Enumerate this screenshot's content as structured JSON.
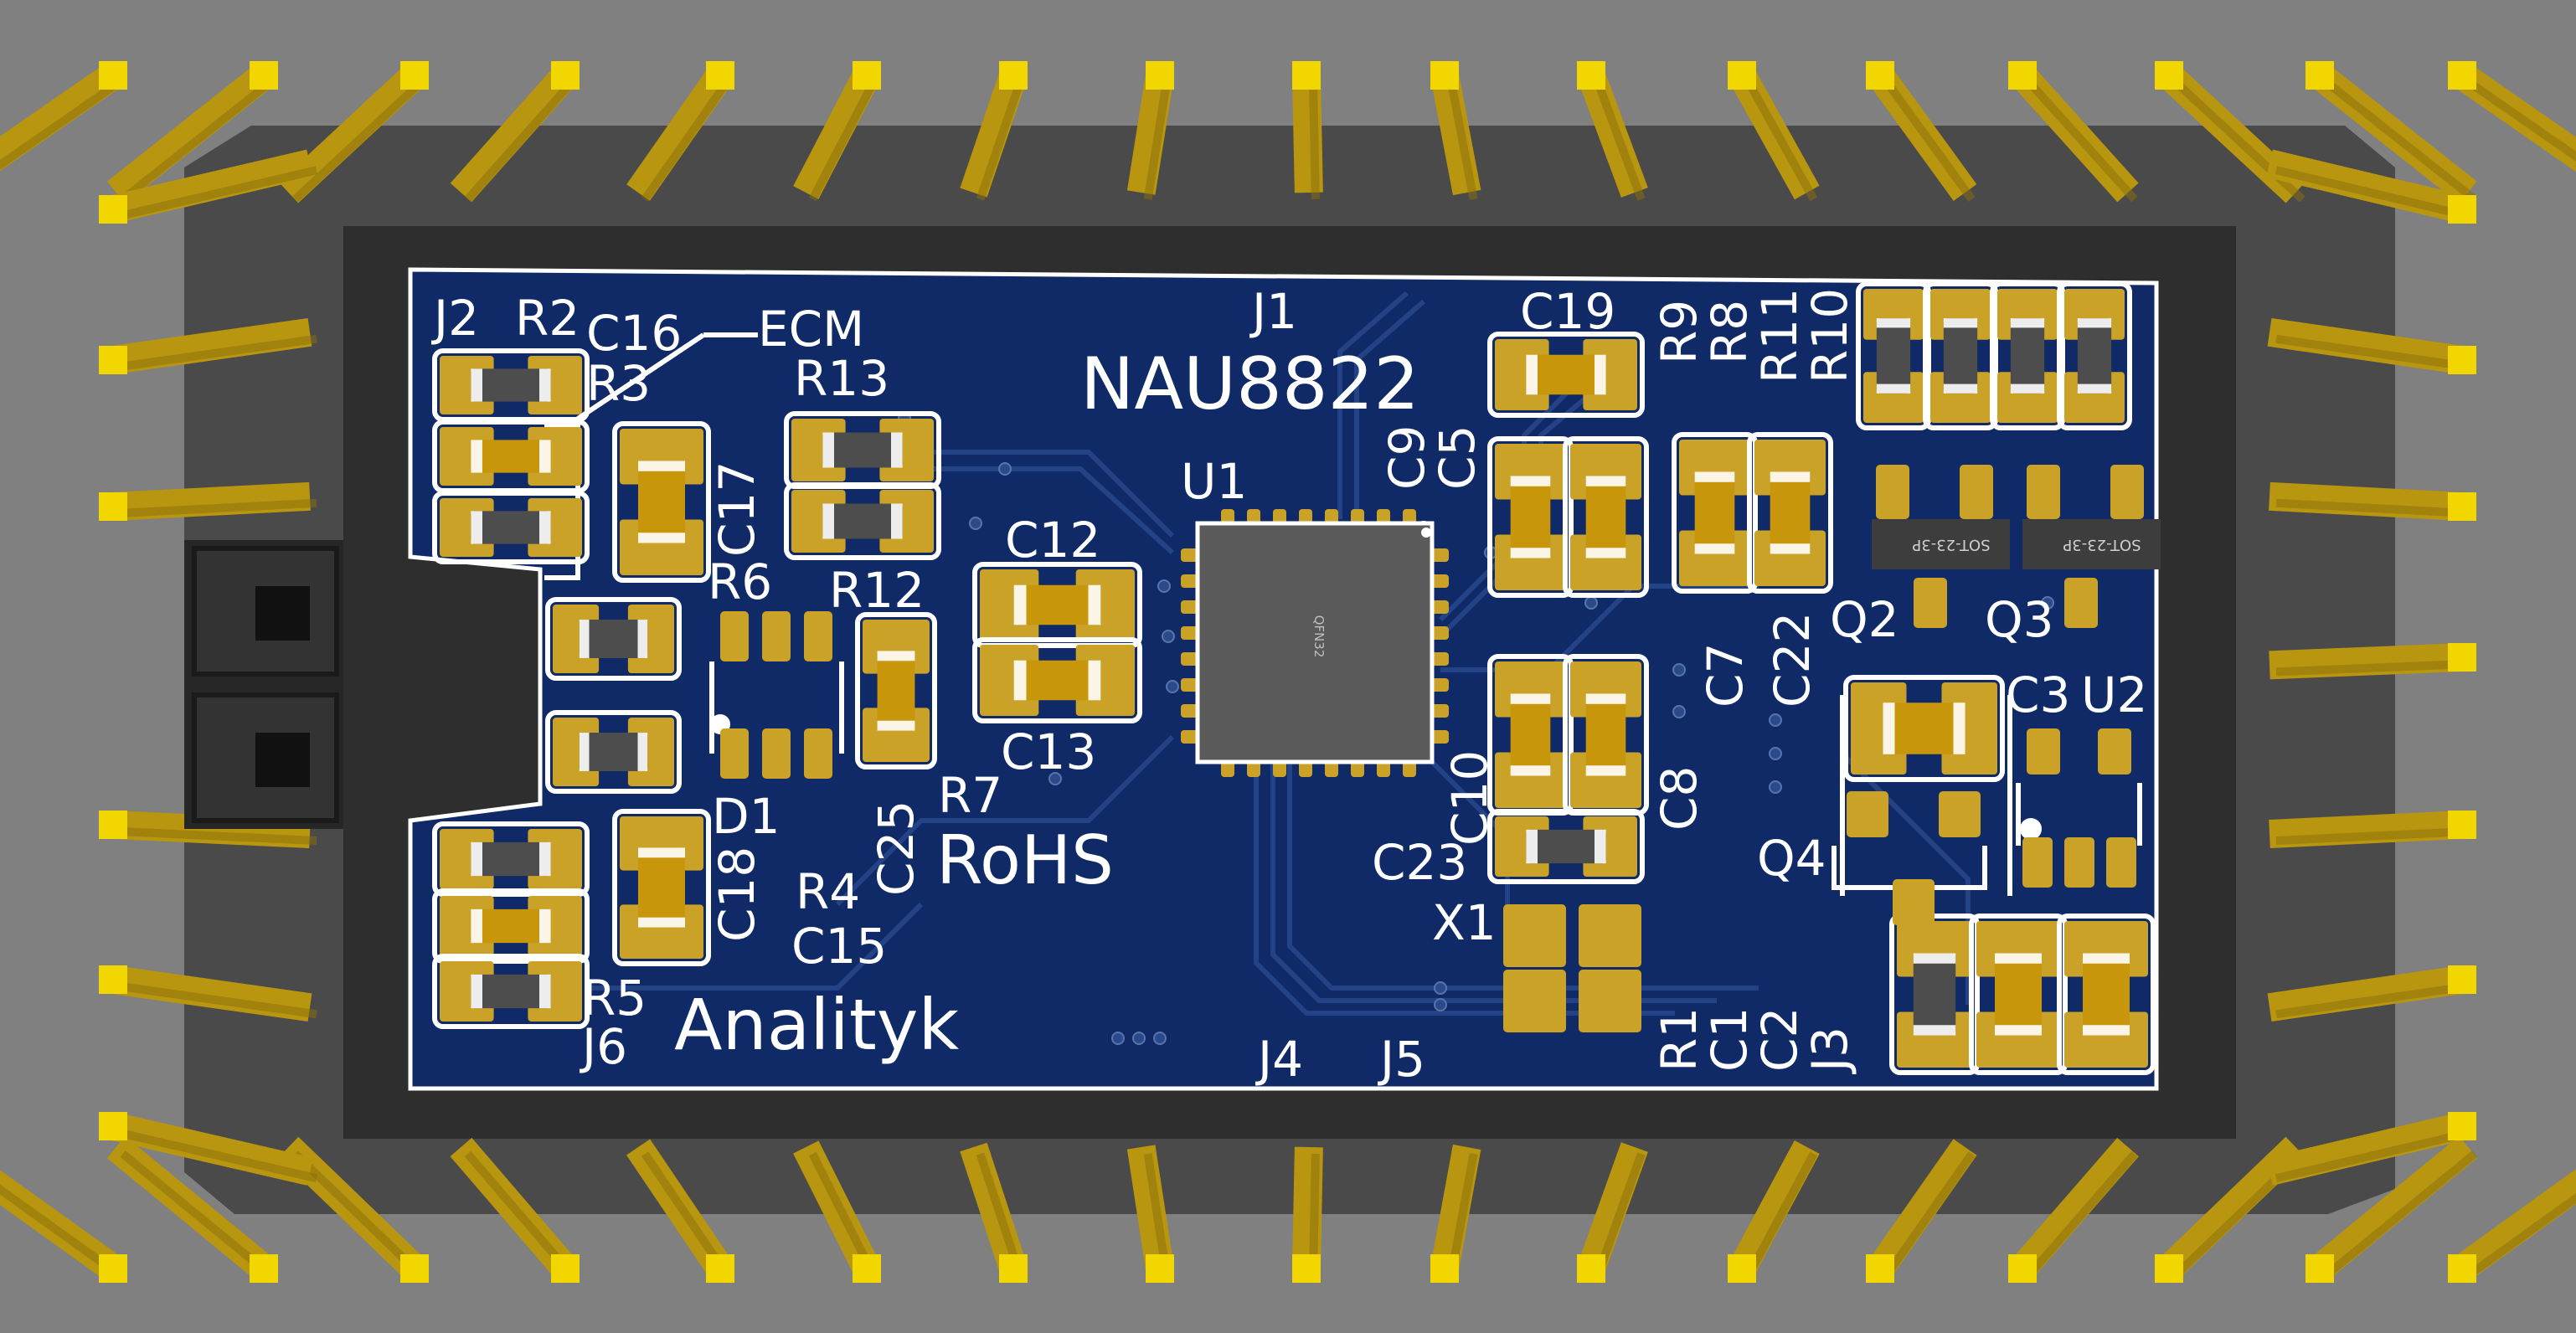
{
  "colors": {
    "background": "#808080",
    "socket_outer": "#4a4a4a",
    "socket_inner": "#2e2e2e",
    "pcb": "#0f2a66",
    "pcb_trace": "#2a4a8c",
    "silkscreen": "#ffffff",
    "pin": "#b8960f",
    "pin_tip": "#f2d600",
    "pad": "#c9a227",
    "component_body": "#4d4d4d",
    "chip": "#5a5a5a"
  },
  "board": {
    "title": "NAU8822",
    "rohs": "RoHS",
    "maker": "Analityk",
    "chip_label": "QFN32"
  },
  "designators": {
    "J2": "J2",
    "R2": "R2",
    "C16": "C16",
    "R3": "R3",
    "ECM": "ECM",
    "R13": "R13",
    "J1": "J1",
    "C19": "C19",
    "R9": "R9",
    "R8": "R8",
    "R11": "R11",
    "R10": "R10",
    "U1": "U1",
    "C9": "C9",
    "C5": "C5",
    "C17": "C17",
    "R6": "R6",
    "R12": "R12",
    "C12": "C12",
    "C13": "C13",
    "Q2": "Q2",
    "Q3": "Q3",
    "sot1": "SOT-23-3P",
    "sot2": "SOT-23-3P",
    "C7": "C7",
    "C22": "C22",
    "C3": "C3",
    "U2": "U2",
    "D1": "D1",
    "R7": "R7",
    "C25": "C25",
    "C18": "C18",
    "R4": "R4",
    "C15": "C15",
    "C10": "C10",
    "C8": "C8",
    "C23": "C23",
    "X1": "X1",
    "Q4": "Q4",
    "R5": "R5",
    "J6": "J6",
    "J4": "J4",
    "J5": "J5",
    "R1": "R1",
    "C1": "C1",
    "C2": "C2",
    "J3": "J3"
  }
}
